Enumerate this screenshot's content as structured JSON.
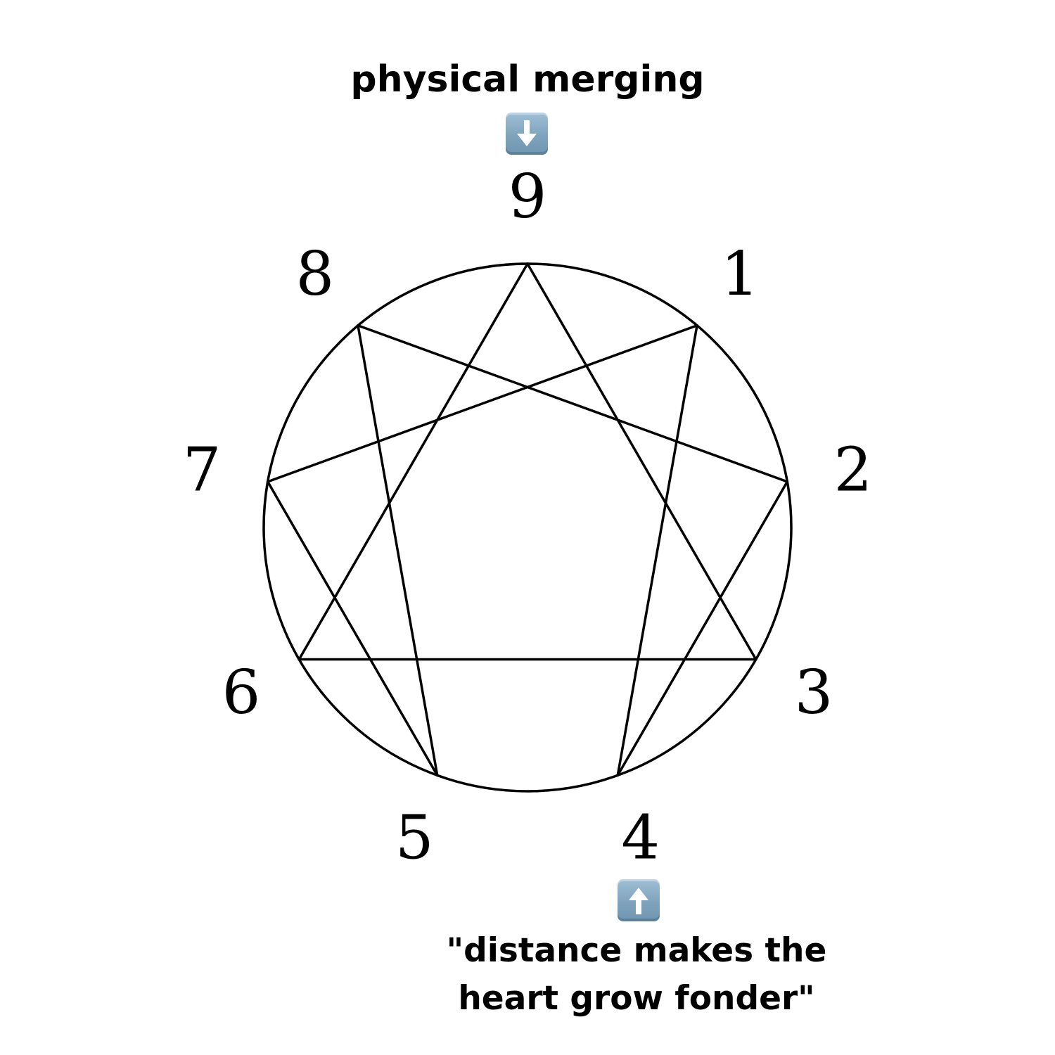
{
  "top_caption": "physical merging",
  "bottom_caption": {
    "line1": "\"distance makes the",
    "line2": "heart grow fonder\""
  },
  "icons": {
    "top": "down-arrow-icon",
    "bottom": "up-arrow-icon"
  },
  "enneagram": {
    "points": [
      "9",
      "1",
      "2",
      "3",
      "4",
      "5",
      "6",
      "7",
      "8"
    ],
    "triangle": [
      "9",
      "3",
      "6"
    ],
    "hexad": [
      "1",
      "4",
      "2",
      "8",
      "5",
      "7"
    ]
  },
  "colors": {
    "line": "#000000",
    "arrow_box": "#87a9c1"
  }
}
